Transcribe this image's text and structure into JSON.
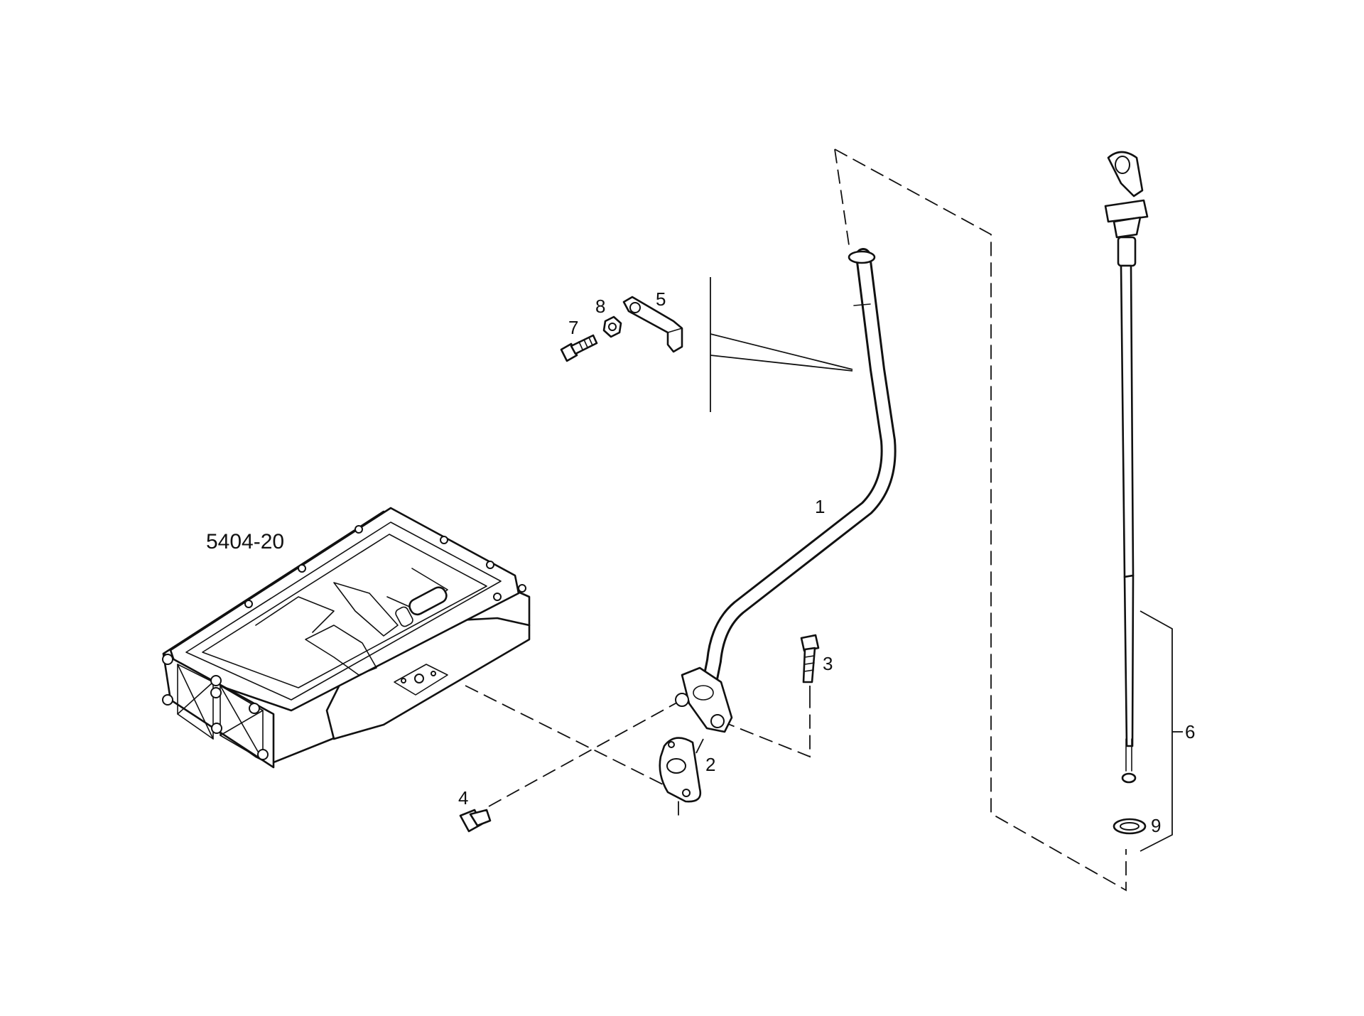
{
  "diagram": {
    "reference_label": "5404-20",
    "callouts": [
      {
        "id": "1",
        "label": "1"
      },
      {
        "id": "2",
        "label": "2"
      },
      {
        "id": "3",
        "label": "3"
      },
      {
        "id": "4",
        "label": "4"
      },
      {
        "id": "5",
        "label": "5"
      },
      {
        "id": "6",
        "label": "6"
      },
      {
        "id": "7",
        "label": "7"
      },
      {
        "id": "8",
        "label": "8"
      },
      {
        "id": "9",
        "label": "9"
      }
    ],
    "parts": [
      {
        "name": "oil-pan-icon"
      },
      {
        "name": "dipstick-tube-icon"
      },
      {
        "name": "gasket-icon"
      },
      {
        "name": "bolt-icon"
      },
      {
        "name": "drain-plug-icon"
      },
      {
        "name": "bracket-icon"
      },
      {
        "name": "dipstick-icon"
      },
      {
        "name": "screw-icon"
      },
      {
        "name": "nut-icon"
      },
      {
        "name": "o-ring-icon"
      }
    ]
  }
}
